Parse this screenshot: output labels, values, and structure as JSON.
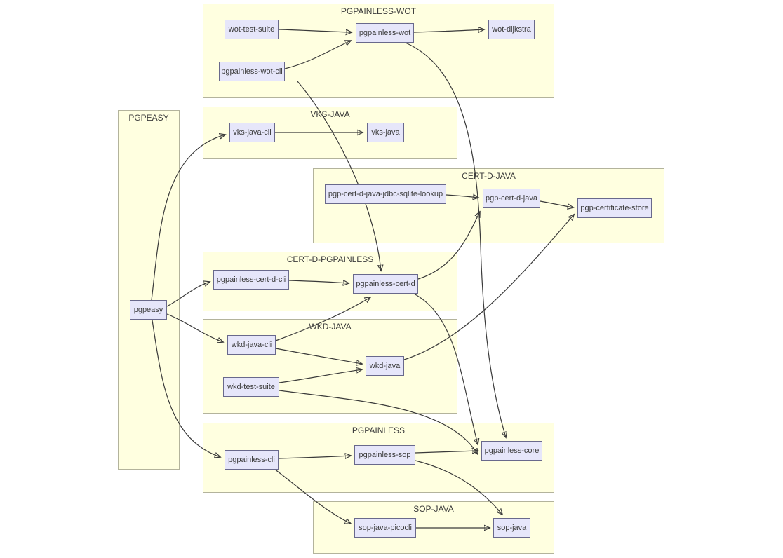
{
  "diagram": {
    "title": "",
    "colors": {
      "background": "#ffffff",
      "cluster_fill": "#ffffe0",
      "cluster_border": "#b3b39c",
      "node_fill": "#e6e6fa",
      "node_border": "#69698c",
      "edge": "#3a3a3a",
      "text": "#3c3c3c"
    },
    "clusters": [
      {
        "label": "PGPAINLESS-WOT"
      },
      {
        "label": "PGPEASY"
      },
      {
        "label": "VKS-JAVA"
      },
      {
        "label": "CERT-D-JAVA"
      },
      {
        "label": "CERT-D-PGPAINLESS"
      },
      {
        "label": "WKD-JAVA"
      },
      {
        "label": "PGPAINLESS"
      },
      {
        "label": "SOP-JAVA"
      }
    ],
    "nodes": [
      {
        "label": "wot-test-suite"
      },
      {
        "label": "pgpainless-wot"
      },
      {
        "label": "wot-dijkstra"
      },
      {
        "label": "pgpainless-wot-cli"
      },
      {
        "label": "pgpeasy"
      },
      {
        "label": "vks-java-cli"
      },
      {
        "label": "vks-java"
      },
      {
        "label": "pgp-cert-d-java-jdbc-sqlite-lookup"
      },
      {
        "label": "pgp-cert-d-java"
      },
      {
        "label": "pgp-certificate-store"
      },
      {
        "label": "pgpainless-cert-d-cli"
      },
      {
        "label": "pgpainless-cert-d"
      },
      {
        "label": "wkd-java-cli"
      },
      {
        "label": "wkd-java"
      },
      {
        "label": "wkd-test-suite"
      },
      {
        "label": "pgpainless-cli"
      },
      {
        "label": "pgpainless-sop"
      },
      {
        "label": "pgpainless-core"
      },
      {
        "label": "sop-java-picocli"
      },
      {
        "label": "sop-java"
      }
    ],
    "edges": [
      {
        "from": "wot-test-suite",
        "to": "pgpainless-wot"
      },
      {
        "from": "pgpainless-wot-cli",
        "to": "pgpainless-wot"
      },
      {
        "from": "pgpainless-wot",
        "to": "wot-dijkstra"
      },
      {
        "from": "pgpainless-wot",
        "to": "pgpainless-core"
      },
      {
        "from": "pgpainless-wot-cli",
        "to": "pgpainless-cert-d"
      },
      {
        "from": "pgpeasy",
        "to": "vks-java-cli"
      },
      {
        "from": "pgpeasy",
        "to": "pgpainless-cert-d-cli"
      },
      {
        "from": "pgpeasy",
        "to": "wkd-java-cli"
      },
      {
        "from": "pgpeasy",
        "to": "pgpainless-cli"
      },
      {
        "from": "vks-java-cli",
        "to": "vks-java"
      },
      {
        "from": "pgp-cert-d-java-jdbc-sqlite-lookup",
        "to": "pgp-cert-d-java"
      },
      {
        "from": "pgp-cert-d-java",
        "to": "pgp-certificate-store"
      },
      {
        "from": "pgpainless-cert-d-cli",
        "to": "pgpainless-cert-d"
      },
      {
        "from": "pgpainless-cert-d",
        "to": "pgp-cert-d-java"
      },
      {
        "from": "pgpainless-cert-d",
        "to": "pgpainless-core"
      },
      {
        "from": "wkd-java-cli",
        "to": "wkd-java"
      },
      {
        "from": "wkd-java-cli",
        "to": "pgpainless-cert-d"
      },
      {
        "from": "wkd-test-suite",
        "to": "wkd-java"
      },
      {
        "from": "wkd-java",
        "to": "pgp-certificate-store"
      },
      {
        "from": "wkd-test-suite",
        "to": "pgpainless-core"
      },
      {
        "from": "pgpainless-cli",
        "to": "pgpainless-sop"
      },
      {
        "from": "pgpainless-cli",
        "to": "sop-java-picocli"
      },
      {
        "from": "pgpainless-sop",
        "to": "pgpainless-core"
      },
      {
        "from": "pgpainless-sop",
        "to": "sop-java"
      },
      {
        "from": "sop-java-picocli",
        "to": "sop-java"
      }
    ]
  }
}
